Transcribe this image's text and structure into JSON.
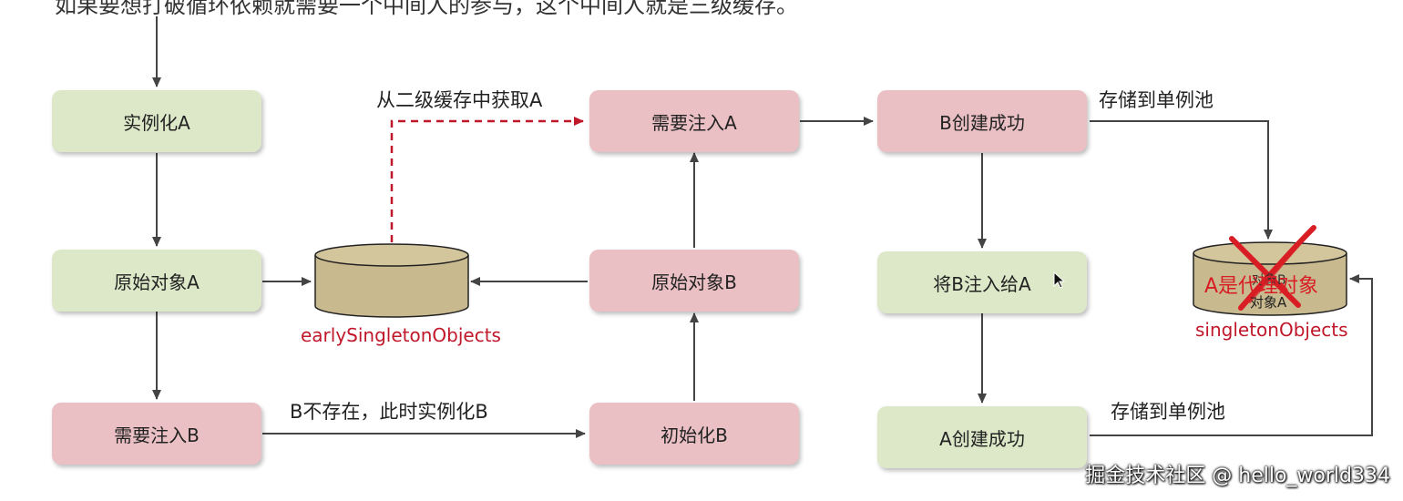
{
  "header": {
    "top_text": "如果要想打破循环依赖就需要一个中间人的参与，这个中间人就是三级缓存。"
  },
  "nodes": {
    "instantiate_a": "实例化A",
    "raw_object_a": "原始对象A",
    "need_inject_b": "需要注入B",
    "need_inject_a": "需要注入A",
    "raw_object_b": "原始对象B",
    "init_b": "初始化B",
    "b_created": "B创建成功",
    "inject_b_into_a": "将B注入给A",
    "a_created": "A创建成功"
  },
  "edge_labels": {
    "get_a_from_cache": "从二级缓存中获取A",
    "b_not_exist": "B不存在，此时实例化B",
    "store_singleton_1": "存储到单例池",
    "store_singleton_2": "存储到单例池"
  },
  "stores": {
    "early": {
      "label": "earlySingletonObjects"
    },
    "singleton": {
      "label": "singletonObjects",
      "content_line1": "对象B",
      "content_line2": "对象A",
      "annotation": "A是代理对象"
    }
  },
  "watermark": "掘金技术社区 @ hello_world334",
  "colors": {
    "green_node": "#dde8c9",
    "red_node": "#eac0c4",
    "store_label": "#c0182a",
    "dashed_arrow": "#c0182a",
    "cylinder": "#c9b98e",
    "arrow": "#444444"
  }
}
